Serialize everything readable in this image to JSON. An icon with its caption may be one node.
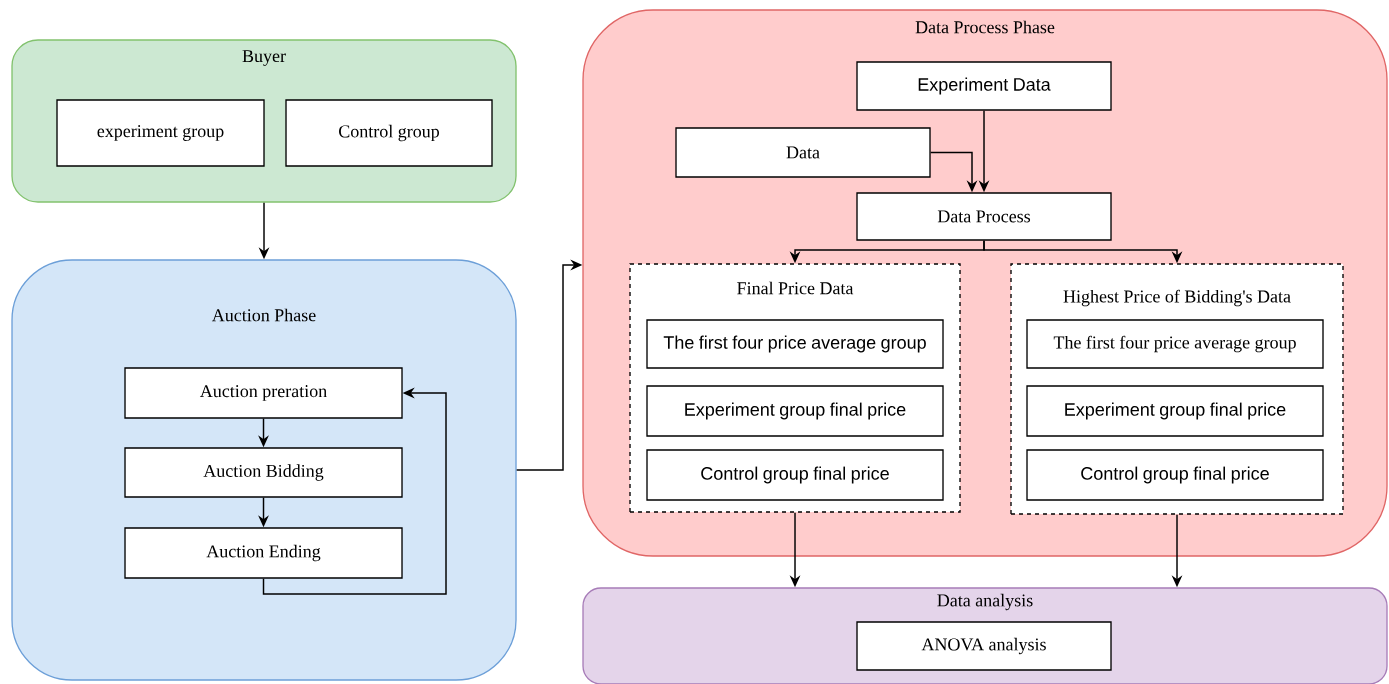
{
  "diagram": {
    "nodes": [
      {
        "text": [
          "Buyer"
        ]
      },
      {
        "text": [
          "experiment group"
        ],
        "in": 0
      },
      {
        "text": [
          "Control group"
        ],
        "in": 0
      },
      {
        "text": [
          "Auction Phase"
        ]
      },
      {
        "text": [
          "Auction preration"
        ],
        "in": 3
      },
      {
        "text": [
          "Auction Bidding"
        ],
        "in": 3
      },
      {
        "text": [
          "Auction Ending"
        ],
        "in": 3
      },
      {
        "text": [
          "Data Process Phase"
        ]
      },
      {
        "text": [
          "Experiment Data"
        ],
        "in": 7
      },
      {
        "text": [
          "Data"
        ],
        "in": 7
      },
      {
        "text": [
          "Data Process"
        ],
        "in": 7
      },
      {
        "text": [
          "Final Price Data"
        ],
        "in": 7
      },
      {
        "text": [
          "The first four price average group"
        ],
        "in": 11
      },
      {
        "text": [
          "Experiment group final price"
        ],
        "in": 11
      },
      {
        "text": [
          "Control group final price"
        ],
        "in": 11
      },
      {
        "text": [
          "Highest Price of Bidding's Data"
        ],
        "in": 7
      },
      {
        "text": [
          "The first four price average group"
        ],
        "in": 15
      },
      {
        "text": [
          "Experiment group final price"
        ],
        "in": 15
      },
      {
        "text": [
          "Control group final price"
        ],
        "in": 15
      },
      {
        "text": [
          "Data analysis"
        ]
      },
      {
        "text": [
          "ANOVA analysis"
        ],
        "in": 19
      }
    ],
    "edges": [
      {
        "from": 0,
        "to": 3,
        "arrow": "to"
      },
      {
        "from": 4,
        "to": 5,
        "arrow": "to"
      },
      {
        "from": 5,
        "to": 6,
        "arrow": "to"
      },
      {
        "from": 6,
        "to": 4,
        "arrow": "to"
      },
      {
        "from": 3,
        "to": 7,
        "arrow": "to"
      },
      {
        "from": 8,
        "to": 10,
        "arrow": "to"
      },
      {
        "from": 9,
        "to": 10,
        "arrow": "to"
      },
      {
        "from": 10,
        "to": 11,
        "arrow": "to"
      },
      {
        "from": 10,
        "to": 15,
        "arrow": "to"
      },
      {
        "from": 11,
        "to": 19,
        "arrow": "to"
      },
      {
        "from": 15,
        "to": 19,
        "arrow": "to"
      }
    ]
  }
}
